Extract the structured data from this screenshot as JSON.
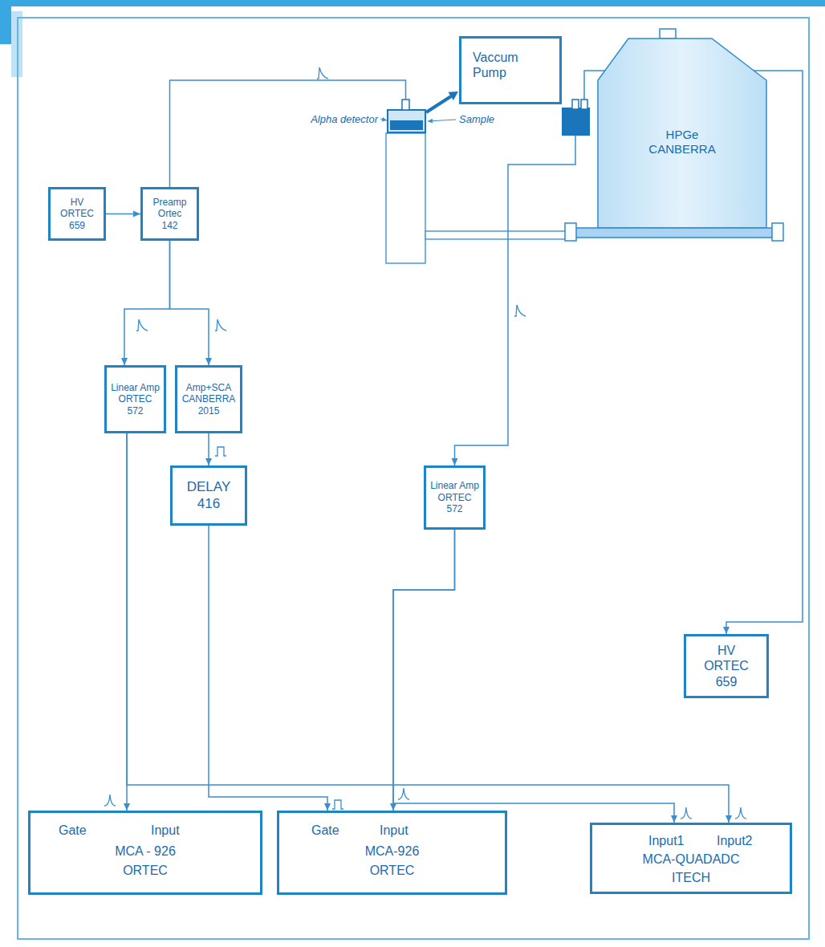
{
  "diagram": {
    "nodes": [
      {
        "text": [
          "Vaccum Pump"
        ]
      },
      {
        "text": [
          "HPGe CANBERRA"
        ]
      },
      {
        "text": [
          "HV ORTEC 659"
        ]
      },
      {
        "text": [
          "Preamp Ortec 142"
        ]
      },
      {
        "text": [
          "Linear Amp ORTEC 572"
        ]
      },
      {
        "text": [
          "Amp+SCA CANBERRA 2015"
        ]
      },
      {
        "text": [
          "DELAY 416"
        ]
      },
      {
        "text": [
          "Linear Amp ORTEC 572"
        ]
      },
      {
        "text": [
          "HV ORTEC 659"
        ]
      },
      {
        "text": [
          "Gate",
          "Input",
          "MCA - 926",
          "ORTEC"
        ]
      },
      {
        "text": [
          "Gate",
          "Input",
          "MCA-926",
          "ORTEC"
        ]
      },
      {
        "text": [
          "Input1",
          "Input2",
          "MCA-QUADADC",
          "ITECH"
        ]
      }
    ],
    "edges": [
      {
        "from": 2,
        "to": 3,
        "arrow": "to"
      },
      {
        "from": 3,
        "to": 4,
        "arrow": "to"
      },
      {
        "from": 3,
        "to": 5,
        "arrow": "to"
      },
      {
        "from": 5,
        "to": 6,
        "arrow": "to"
      },
      {
        "from": 1,
        "to": 7,
        "arrow": "to"
      },
      {
        "from": 1,
        "to": 8,
        "arrow": "to"
      },
      {
        "from": 4,
        "to": 9,
        "arrow": "to"
      },
      {
        "from": 4,
        "to": 11,
        "arrow": "to"
      },
      {
        "from": 6,
        "to": 10,
        "arrow": "to"
      },
      {
        "from": 7,
        "to": 10,
        "arrow": "to"
      },
      {
        "from": 7,
        "to": 11,
        "arrow": "to"
      }
    ],
    "labels": [
      "Alpha detector",
      "Sample"
    ]
  }
}
